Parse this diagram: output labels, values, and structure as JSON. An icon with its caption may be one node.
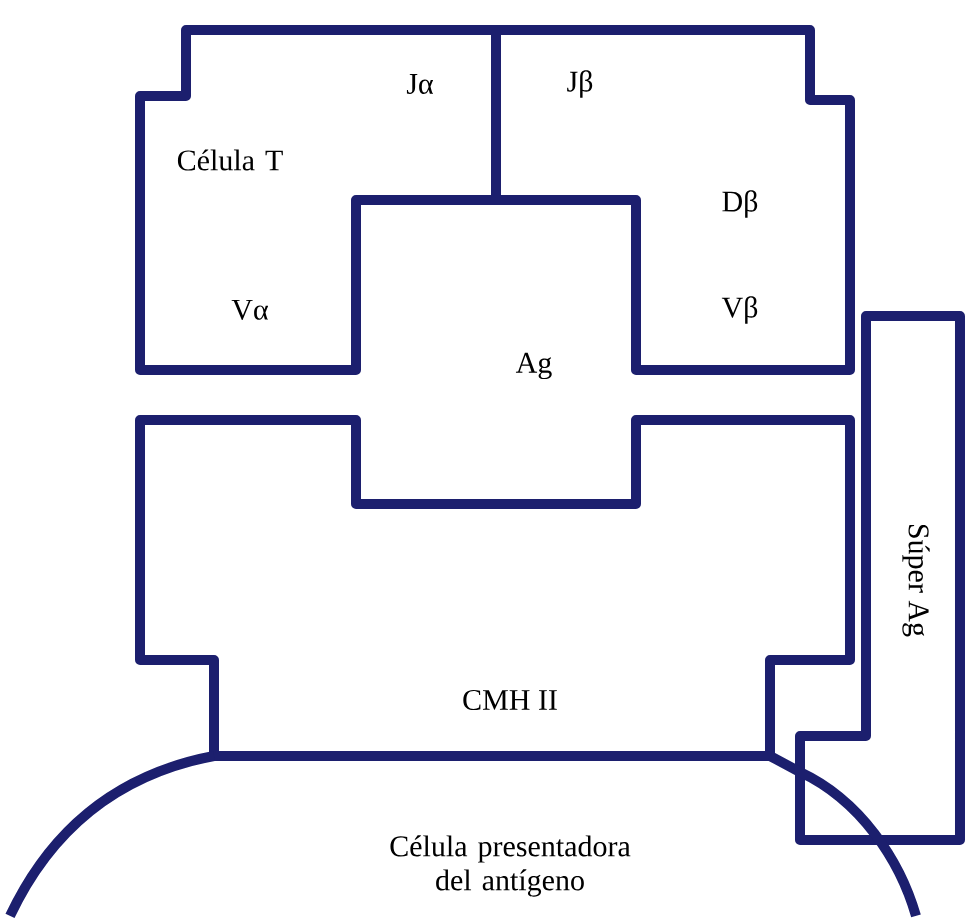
{
  "diagram": {
    "nodes": [
      {
        "text": [
          "Jα",
          "Vα"
        ]
      },
      {
        "text": [
          "Jβ",
          "Dβ",
          "Vβ"
        ]
      },
      {
        "text": [
          "Ag"
        ]
      },
      {
        "text": [
          "CMH II"
        ]
      },
      {
        "text": [
          "Súper Ag"
        ]
      },
      {
        "text": [
          "Célula presentadora del antígeno"
        ]
      }
    ],
    "labels": [
      "Célula T"
    ]
  }
}
